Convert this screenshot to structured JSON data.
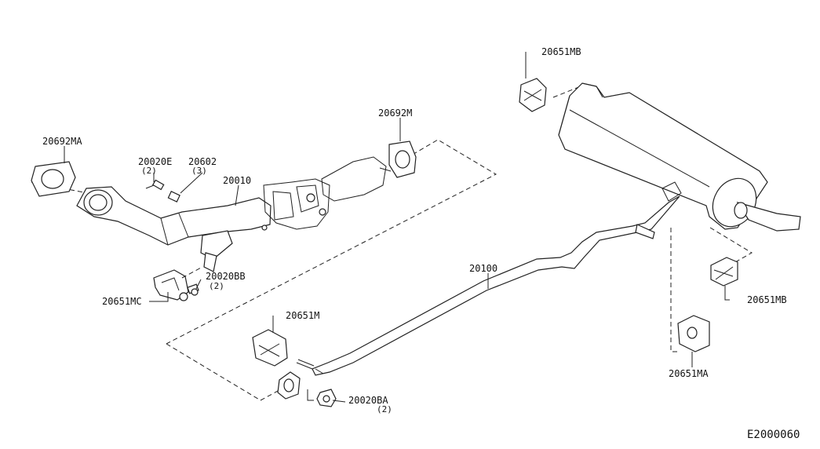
{
  "diagram": {
    "reference_code": "E2000060",
    "labels": {
      "p20692MA": "20692MA",
      "p20020E": "20020E",
      "p20020E_qty": "(2)",
      "p20602": "20602",
      "p20602_qty": "(3)",
      "p20010": "20010",
      "p20692M": "20692M",
      "p20651MB_top": "20651MB",
      "p20020BB": "20020BB",
      "p20020BB_qty": "(2)",
      "p20651MC": "20651MC",
      "p20100": "20100",
      "p20651MB_right": "20651MB",
      "p20651M": "20651M",
      "p20651MA": "20651MA",
      "p20020BA": "20020BA",
      "p20020BA_qty": "(2)"
    }
  }
}
